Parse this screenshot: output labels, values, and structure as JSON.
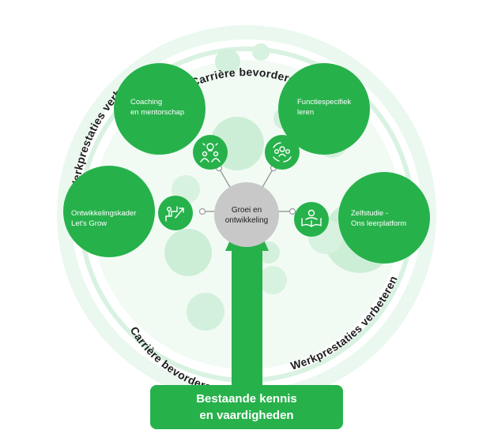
{
  "ring": {
    "top_label": "Carrière bevorderen",
    "bottom_label": "Carrière bevorderen",
    "left_label": "Werkprestaties verbeteren",
    "right_label": "Werkprestaties verbeteren"
  },
  "center": {
    "line1": "Groei en",
    "line2": "ontwikkeling"
  },
  "nodes": {
    "coaching": {
      "line1": "Coaching",
      "line2": "en mentorschap",
      "icon": "people-lightbulb-icon"
    },
    "functie": {
      "line1": "Functiespecifiek",
      "line2": "leren",
      "icon": "group-cycle-icon"
    },
    "kader": {
      "line1": "Ontwikkelingskader",
      "line2": "Let's Grow",
      "icon": "growth-stairs-icon"
    },
    "zelfstudie": {
      "line1": "Zelfstudie -",
      "line2": "Ons leerplatform",
      "icon": "person-reading-icon"
    }
  },
  "base": {
    "line1": "Bestaande kennis",
    "line2": "en vaardigheden"
  },
  "colors": {
    "primary_green": "#27b14b",
    "dark_green": "#20934a",
    "light_green": "#dff5e6",
    "ring_green": "#e6f7ec",
    "center_gray": "#c8c8c8"
  }
}
